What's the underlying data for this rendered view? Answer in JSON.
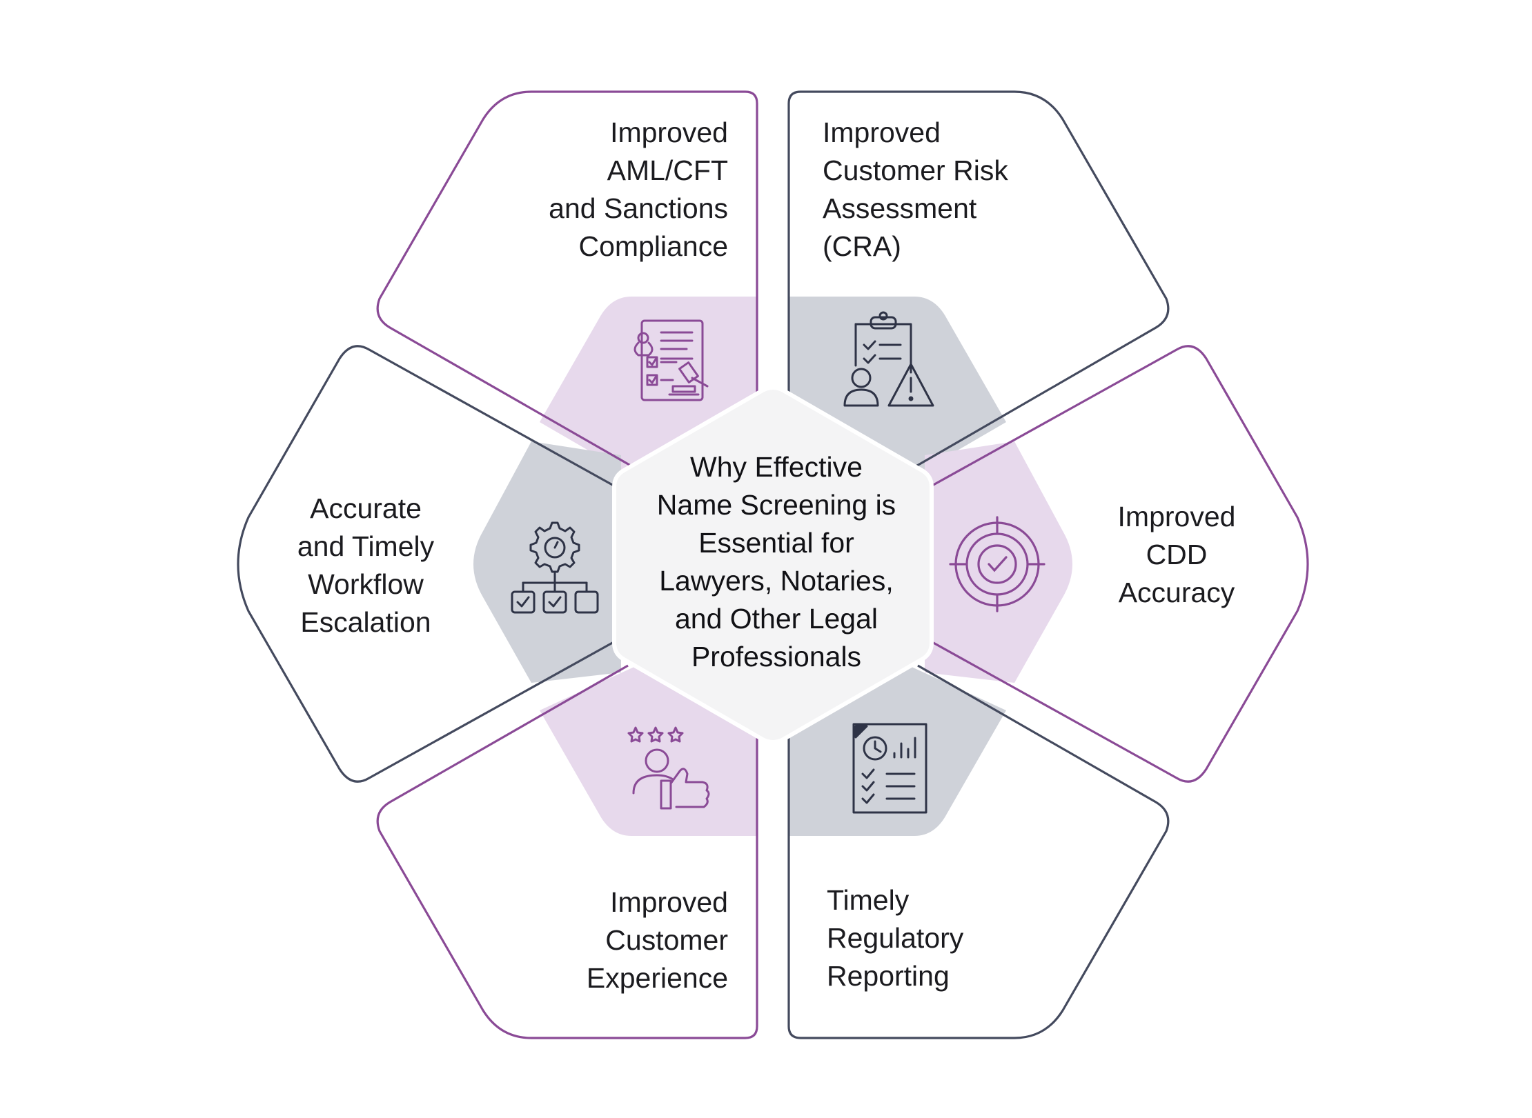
{
  "colors": {
    "purple": "#8a4a96",
    "slate": "#444a5e",
    "purple_fill": "#e7d9ec",
    "slate_fill": "#cfd2d9",
    "center_fill": "#f4f4f5"
  },
  "center": {
    "title": "Why Effective\nName Screening is\nEssential for\nLawyers, Notaries,\nand Other Legal\nProfessionals"
  },
  "segments": [
    {
      "id": "top-left",
      "text": "Improved\nAML/CFT\nand Sanctions\nCompliance",
      "icon": "legal-compliance-icon",
      "color": "purple"
    },
    {
      "id": "top-right",
      "text": "Improved\nCustomer Risk\nAssessment\n(CRA)",
      "icon": "risk-assessment-icon",
      "color": "slate"
    },
    {
      "id": "right",
      "text": "Improved\nCDD\nAccuracy",
      "icon": "target-icon",
      "color": "purple"
    },
    {
      "id": "bottom-right",
      "text": "Timely\nRegulatory\nReporting",
      "icon": "report-icon",
      "color": "slate"
    },
    {
      "id": "bottom-left",
      "text": "Improved\nCustomer\nExperience",
      "icon": "customer-satisfaction-icon",
      "color": "purple"
    },
    {
      "id": "left",
      "text": "Accurate\nand Timely\nWorkflow\nEscalation",
      "icon": "workflow-icon",
      "color": "slate"
    }
  ]
}
